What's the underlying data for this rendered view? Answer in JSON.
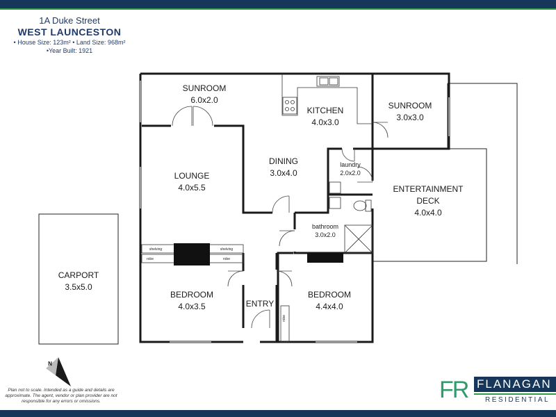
{
  "header": {
    "street": "1A Duke Street",
    "suburb": "WEST LAUNCESTON",
    "house_size": "• House Size: 123m²",
    "land_size": "•  Land Size: 968m²",
    "year_built": "•Year Built: 1921"
  },
  "rooms": {
    "sunroom_left": {
      "name": "SUNROOM",
      "size": "6.0x2.0"
    },
    "kitchen": {
      "name": "KITCHEN",
      "size": "4.0x3.0"
    },
    "sunroom_right": {
      "name": "SUNROOM",
      "size": "3.0x3.0"
    },
    "laundry": {
      "name": "laundry",
      "size": "2.0x2.0"
    },
    "lounge": {
      "name": "LOUNGE",
      "size": "4.0x5.5"
    },
    "dining": {
      "name": "DINING",
      "size": "3.0x4.0"
    },
    "deck": {
      "name1": "ENTERTAINMENT",
      "name2": "DECK",
      "size": "4.0x4.0"
    },
    "bathroom": {
      "name": "bathroom",
      "size": "3.0x2.0"
    },
    "carport": {
      "name": "CARPORT",
      "size": "3.5x5.0"
    },
    "bedroom_left": {
      "name": "BEDROOM",
      "size": "4.0x3.5"
    },
    "entry": {
      "name": "ENTRY"
    },
    "bedroom_right": {
      "name": "BEDROOM",
      "size": "4.4x4.0"
    }
  },
  "fittings": {
    "shelving": "shelving",
    "robe": "robe"
  },
  "compass": {
    "label": "N"
  },
  "disclaimer": "Plan not to scale. Intended as a guide and details are approximate. The agent, vendor or plan provider are not responsible for any errors or omissions.",
  "brand": {
    "mark": "FR",
    "name": "FLANAGAN",
    "sub": "RESIDENTIAL",
    "navy": "#16365a",
    "green": "#2f9a4a"
  }
}
